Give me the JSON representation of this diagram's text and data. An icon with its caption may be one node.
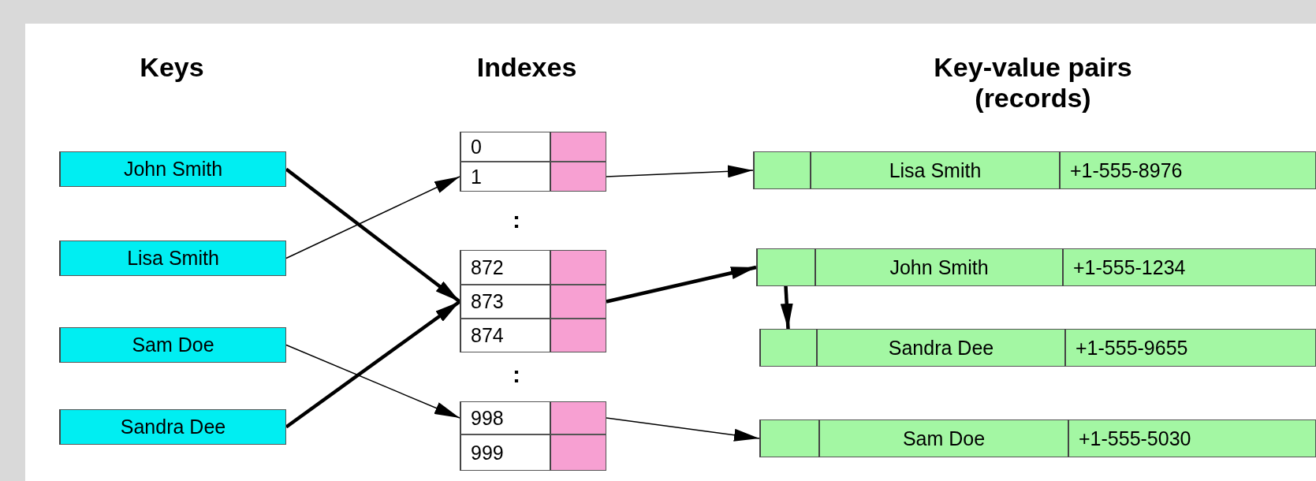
{
  "diagram": {
    "nodes": [
      {
        "text": [
          "John Smith"
        ]
      },
      {
        "text": [
          "Lisa Smith"
        ]
      },
      {
        "text": [
          "Sam Doe"
        ]
      },
      {
        "text": [
          "Sandra Dee"
        ]
      },
      {
        "text": [
          "0"
        ]
      },
      {
        "text": [],
        "shape": "box"
      },
      {
        "text": [
          "1"
        ]
      },
      {
        "text": [],
        "shape": "box"
      },
      {
        "text": [
          "872"
        ]
      },
      {
        "text": [],
        "shape": "box"
      },
      {
        "text": [
          "873"
        ]
      },
      {
        "text": [],
        "shape": "box"
      },
      {
        "text": [
          "874"
        ]
      },
      {
        "text": [],
        "shape": "box"
      },
      {
        "text": [
          "998"
        ]
      },
      {
        "text": [],
        "shape": "box"
      },
      {
        "text": [
          "999"
        ]
      },
      {
        "text": [],
        "shape": "box"
      },
      {
        "text": [],
        "shape": "box"
      },
      {
        "text": [
          "Lisa Smith"
        ]
      },
      {
        "text": [
          "+1-555-8976"
        ]
      },
      {
        "text": [],
        "shape": "box"
      },
      {
        "text": [
          "John Smith"
        ]
      },
      {
        "text": [
          "+1-555-1234"
        ]
      },
      {
        "text": [],
        "shape": "box"
      },
      {
        "text": [
          "Sandra Dee"
        ]
      },
      {
        "text": [
          "+1-555-9655"
        ]
      },
      {
        "text": [],
        "shape": "box"
      },
      {
        "text": [
          "Sam Doe"
        ]
      },
      {
        "text": [
          "+1-555-5030"
        ]
      }
    ],
    "edges": [
      {
        "from": 0,
        "to": 10,
        "arrow": "to",
        "style": "thick"
      },
      {
        "from": 1,
        "to": 6,
        "arrow": "to"
      },
      {
        "from": 2,
        "to": 14,
        "arrow": "to"
      },
      {
        "from": 3,
        "to": 10,
        "arrow": "to",
        "style": "thick"
      },
      {
        "from": 7,
        "to": 18,
        "arrow": "to"
      },
      {
        "from": 11,
        "to": 21,
        "arrow": "to",
        "style": "thick"
      },
      {
        "from": 21,
        "to": 24,
        "arrow": "to",
        "style": "thick"
      },
      {
        "from": 15,
        "to": 27,
        "arrow": "to"
      }
    ],
    "labels": [
      "Keys",
      "Indexes",
      "Key-value pairs (records)",
      ":",
      ":"
    ]
  }
}
